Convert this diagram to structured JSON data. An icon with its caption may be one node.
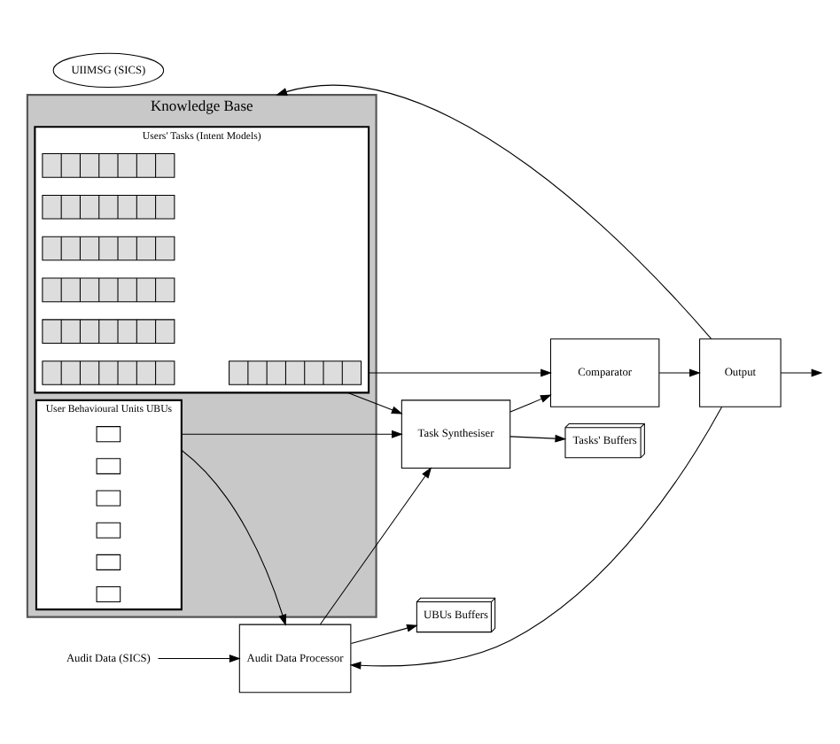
{
  "diagram": {
    "nodes": [
      {
        "text": [
          "Knowledge Base"
        ]
      },
      {
        "text": [
          "User Behavioural Units UBUs"
        ],
        "in": 0
      },
      {
        "text": [],
        "shape": "box",
        "in": 1
      },
      {
        "text": [],
        "shape": "box",
        "in": 1
      },
      {
        "text": [],
        "shape": "box",
        "in": 1
      },
      {
        "text": [],
        "shape": "box",
        "in": 1
      },
      {
        "text": [],
        "shape": "box",
        "in": 1
      },
      {
        "text": [],
        "shape": "box",
        "in": 1
      },
      {
        "text": [
          "Users' Tasks (Intent Models)"
        ],
        "in": 0
      },
      {
        "text": [],
        "shape": "picture",
        "in": 8
      },
      {
        "text": [],
        "shape": "picture",
        "in": 8
      },
      {
        "text": [],
        "shape": "picture",
        "in": 8
      },
      {
        "text": [],
        "shape": "picture",
        "in": 8
      },
      {
        "text": [],
        "shape": "picture",
        "in": 8
      },
      {
        "text": [],
        "shape": "picture",
        "in": 8
      },
      {
        "text": [],
        "shape": "picture",
        "in": 8
      },
      {
        "text": [
          "Audit Data (SICS)"
        ]
      },
      {
        "text": [
          "Audit Data Processor"
        ]
      },
      {
        "text": [
          "Task Synthesiser"
        ]
      },
      {
        "text": [
          "Comparator"
        ]
      },
      {
        "text": [
          "Output"
        ]
      },
      {
        "text": [
          "UBUs Buffers"
        ]
      },
      {
        "text": [
          "Tasks' Buffers"
        ]
      },
      {
        "text": [
          "UIIMSG (SICS)"
        ]
      }
    ],
    "edges": [
      {
        "from": 16,
        "to": 17,
        "arrow": "to"
      },
      {
        "from": 1,
        "to": 17,
        "arrow": "to"
      },
      {
        "from": 1,
        "to": 18,
        "arrow": "to"
      },
      {
        "from": 8,
        "to": 18,
        "arrow": "to"
      },
      {
        "from": 8,
        "to": 19,
        "arrow": "to"
      },
      {
        "from": 17,
        "to": 18,
        "arrow": "to"
      },
      {
        "from": 17,
        "to": 21,
        "arrow": "to"
      },
      {
        "from": 18,
        "to": 22,
        "arrow": "to"
      },
      {
        "from": 18,
        "to": 19,
        "arrow": "to"
      },
      {
        "from": 19,
        "to": 20,
        "arrow": "to"
      },
      {
        "from": 20,
        "to": 17,
        "arrow": "to"
      },
      {
        "from": 20,
        "to": 0,
        "arrow": "to"
      },
      {
        "from": 20,
        "to": null,
        "arrow": "to"
      }
    ]
  }
}
